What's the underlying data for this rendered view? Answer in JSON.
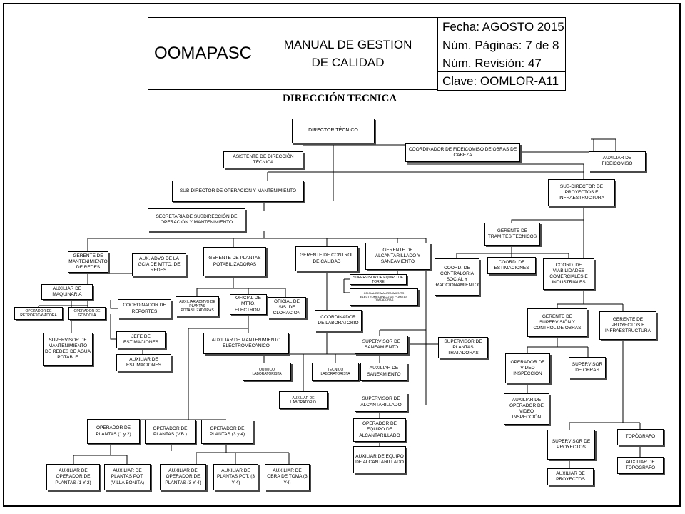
{
  "header": {
    "logo": "OOMAPASC",
    "manual_line1": "MANUAL DE GESTION",
    "manual_line2": "DE CALIDAD",
    "fecha": "Fecha: AGOSTO 2015",
    "paginas": "Núm. Páginas: 7 de 8",
    "revision": "Núm. Revisión: 47",
    "clave": "Clave: OOMLOR-A11"
  },
  "subtitle": "DIRECCIÓN TECNICA",
  "colors": {
    "border": "#000000",
    "shadow": "#4a4a4a",
    "background": "#ffffff"
  },
  "nodes": {
    "director_tecnico": "DIRECTOR TÉCNICO",
    "coordinador_fideicomiso": "COORDINADOR DE FIDEICOMISO DE OBRAS DE CABEZA",
    "asistente_direccion": "ASISTENTE DE DIRECCIÓN TÉCNICA",
    "auxiliar_fideicomiso": "AUXILIAR DE FIDEICOMISO",
    "subdirector_operacion": "SUB-DIRECTOR DE OPERACIÓN Y MANTENIMIENTO",
    "subdirector_proyectos": "SUB-DIRECTOR DE PROYECTOS E INFRAESTRUCTURA",
    "secretaria_subdireccion": "SECRETARIA DE SUBDIRECCIÓN DE OPERACIÓN Y MANTENIMIENTO",
    "gerente_tramites": "GERENTE DE TRAMITES TECNICOS",
    "gerente_mantenimiento_redes": "GERENTE DE MANTENIMIENTO DE REDES",
    "aux_advo_gcia": "AUX. ADVO DE LA GCIA DE MTTO. DE REDES.",
    "gerente_plantas_potabilizadoras": "GERENTE DE PLANTAS POTABILIZADORAS",
    "gerente_control_calidad": "GERENTE DE CONTROL DE CALIDAD",
    "gerente_alcantarillado": "GERENTE DE ALCANTARILLADO Y SANEAMIENTO",
    "coord_contraloria": "COORD. DE CONTRALORIA SOCIAL Y FRACCIONAMIENTOS",
    "coord_estimaciones": "COORD. DE ESTIMACIONES",
    "coord_viabilidades": "COORD. DE VIABILIDADES COMERCIALES E INDUSTRIALES",
    "auxiliar_maquinaria": "AUXILIAR DE MAQUINARIA",
    "operador_retroexcavadora": "OPERADOR DE RETROEXCAVADORA",
    "operador_gondola": "OPERADOR DE GONDOLA",
    "coordinador_reportes": "COORDINADOR DE REPORTES",
    "auxiliar_advo_plantas": "AUXILIAR ADMVO DE PLANTAS POTABILIZADORAS",
    "oficial_mtto_electrom": "OFICIAL DE MTTO. ELECTROM.",
    "oficial_sis_cloracion": "OFICIAL DE SIS. DE CLORACION",
    "supervisor_equipo_torre": "SUPERVISOR DE EQUIPO DE TORRE",
    "oficial_mantenimiento_plantas": "OFICIAL DE MANTENIMIENTO ELECTROMECANICO DE PLANTAS TRATADORAS",
    "coordinador_laboratorio": "COORDINADOR DE LABORATORIO",
    "gerente_supervision": "GERENTE DE SUPERVISIÓN Y CONTROL DE OBRAS",
    "gerente_proyectos_infra": "GERENTE DE PROYECTOS E INFRAESTRUCTURA",
    "supervisor_mantenimiento_redes": "SUPERVISOR DE MANTENIMIENTO DE REDES DE AGUA POTABLE",
    "jefe_estimaciones": "JEFE DE ESTIMACIONES",
    "auxiliar_estimaciones": "AUXILIAR DE ESTIMACIONES",
    "auxiliar_mantenimiento_electro": "AUXILIAR DE MANTENIMIENTO ELECTROMECÁNICO",
    "supervisor_saneamiento": "SUPERVISOR DE SANEAMIENTO",
    "supervisor_plantas_tratadoras": "SUPERVISOR DE PLANTAS TRATADORAS",
    "quimico_laboratorista": "QUIMICO LABORATORISTA",
    "tecnico_laboratorista": "TECNICO LABORATORISTA",
    "auxiliar_saneamiento": "AUXILIAR DE SANEAMIENTO",
    "auxiliar_laboratorio": "AUXILIAR DE LABORATORIO",
    "supervisor_alcantarillado": "SUPERVISOR DE ALCANTARILLADO",
    "operador_video": "OPERADOR DE VIDEO INSPECCIÓN",
    "supervisor_obras": "SUPERVISOR DE OBRAS",
    "auxiliar_operador_video": "AUXILIAR DE OPERADOR DE VIDEO INSPECCIÓN",
    "operador_plantas_1y2": "OPERADOR DE PLANTAS (1 y 2)",
    "operador_plantas_vb": "OPERADOR DE PLANTAS (V.B.)",
    "operador_plantas_3y4": "OPERADOR DE PLANTAS (3 y 4)",
    "operador_equipo_alcantarillado": "OPERADOR DE EQUIPO DE ALCANTARILLADO",
    "auxiliar_equipo_alcantarillado": "AUXILIAR DE EQUIPO DE ALCANTARILLADO",
    "supervisor_proyectos": "SUPERVISOR DE PROYECTOS",
    "topografo": "TOPÓGRAFO",
    "auxiliar_topografo": "AUXILIAR DE TOPÓGRAFO",
    "auxiliar_proyectos": "AUXILIAR DE PROYECTOS",
    "auxiliar_operador_plantas_1y2": "AUXILIAR DE OPERADOR DE PLANTAS (1 Y 2)",
    "auxiliar_plantas_villa_bonita": "AUXILIAR DE PLANTAS POT. (VILLA BONITA)",
    "auxiliar_operador_plantas_3y4": "AUXILIAR DE OPERADOR DE PLANTAS (3 Y 4)",
    "auxiliar_plantas_pot_3y4": "AUXILIAR DE PLANTAS POT. (3 Y 4)",
    "auxiliar_obra_toma": "AUXILIAR DE OBRA DE TOMA (3 Y4)"
  }
}
